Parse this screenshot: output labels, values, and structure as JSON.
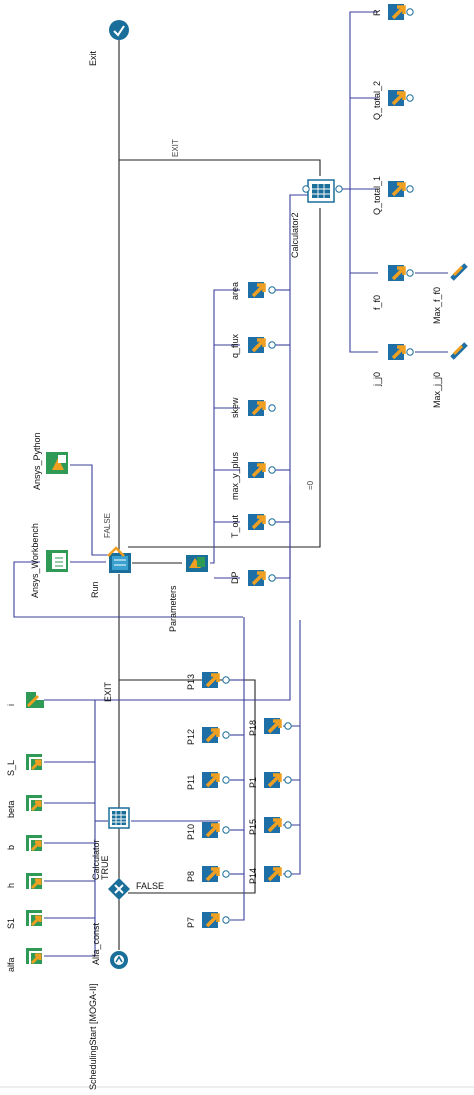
{
  "inputs": {
    "alfa": "alfa",
    "S1": "S1",
    "h": "h",
    "b": "b",
    "beta": "beta",
    "S_L": "S_L",
    "i": "i"
  },
  "scheduling": {
    "start": "SchedulingStart [MOGA-II]",
    "alfa_const": "Alfa_const",
    "calculator": "Calculator",
    "true": "TRUE",
    "false": "FALSE",
    "exit": "EXIT"
  },
  "tools": {
    "workbench": "Ansys_Workbench",
    "python": "Ansys_Python",
    "run": "Run",
    "run_false": "FALSE",
    "parameters": "Parameters",
    "calculator2": "Calculator2",
    "exit_label": "EXIT",
    "exit_node": "Exit",
    "zero": "=0"
  },
  "params_p": [
    "P7",
    "P8",
    "P10",
    "P11",
    "P12",
    "P13"
  ],
  "params_p2": [
    "P14",
    "P15",
    "P1",
    "P18"
  ],
  "outputs_mid": [
    "DP",
    "T_out",
    "max_y_plus",
    "skew",
    "q_flux",
    "area"
  ],
  "outputs_right": [
    "j_j0",
    "f_f0",
    "Q_total_1",
    "Q_total_2",
    "R"
  ],
  "objectives": [
    "Max_j_j0",
    "Max_f_f0"
  ],
  "colors": {
    "wire_blue": "#3a3f9a",
    "input_green": "#2e9a55",
    "output_blue": "#1d6fa5",
    "arrow_orange": "#f0a020",
    "node_teal": "#1a6e9a"
  }
}
